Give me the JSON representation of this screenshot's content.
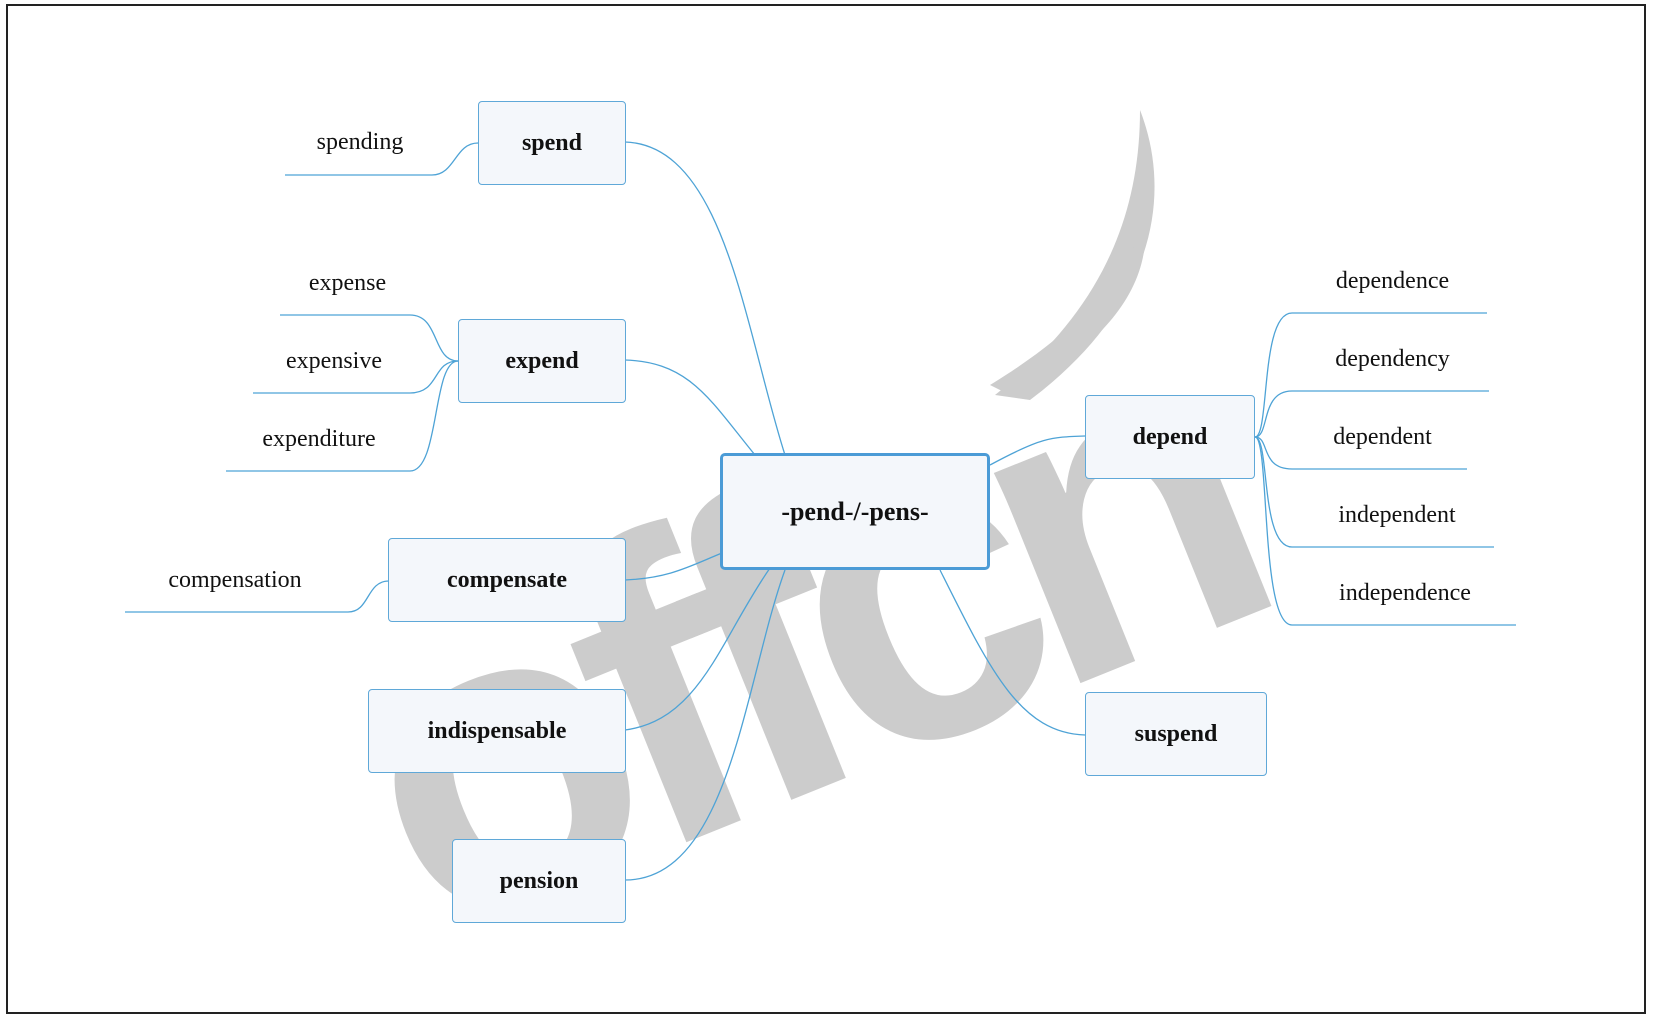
{
  "mindmap": {
    "root": "-pend-/-pens-",
    "branches": {
      "spend": {
        "label": "spend",
        "children": [
          "spending"
        ]
      },
      "expend": {
        "label": "expend",
        "children": [
          "expense",
          "expensive",
          "expenditure"
        ]
      },
      "compensate": {
        "label": "compensate",
        "children": [
          "compensation"
        ]
      },
      "indispensable": {
        "label": "indispensable",
        "children": []
      },
      "pension": {
        "label": "pension",
        "children": []
      },
      "depend": {
        "label": "depend",
        "children": [
          "dependence",
          "dependency",
          "dependent",
          "independent",
          "independence"
        ]
      },
      "suspend": {
        "label": "suspend",
        "children": []
      }
    }
  },
  "watermark": {
    "text": "offcn",
    "color": "#cccccc"
  },
  "colors": {
    "line": "#4ea3d6",
    "node_border": "#5fa8d8",
    "node_fill": "#f4f7fb",
    "root_border": "#4b9bd6"
  }
}
